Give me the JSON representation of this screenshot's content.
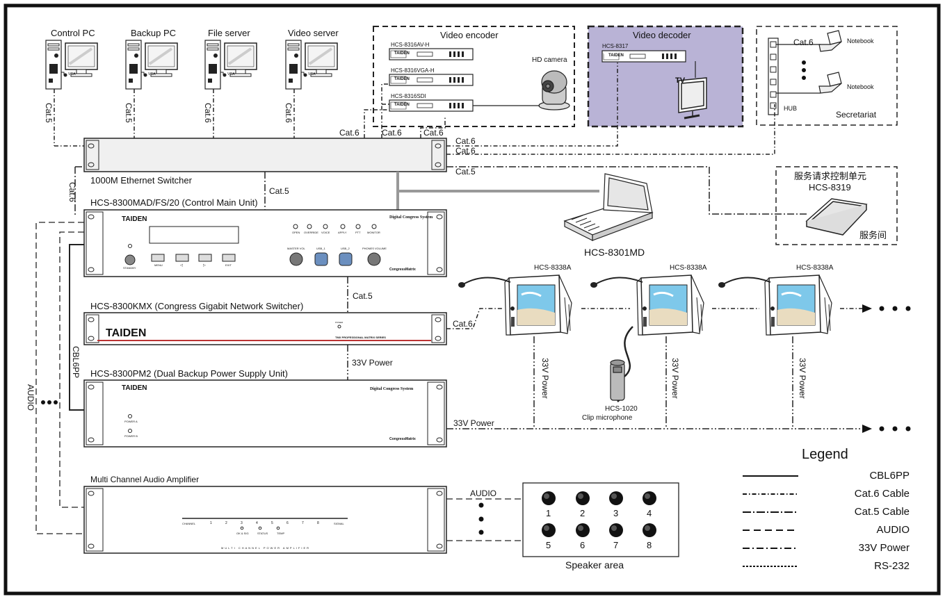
{
  "computers": [
    {
      "label": "Control PC",
      "cable": "Cat.5"
    },
    {
      "label": "Backup PC",
      "cable": "Cat.5"
    },
    {
      "label": "File server",
      "cable": "Cat.6"
    },
    {
      "label": "Video server",
      "cable": "Cat.6"
    }
  ],
  "vga_text": "VGA",
  "video_encoder": {
    "title": "Video encoder",
    "models": [
      "HCS-8316AV-H",
      "HCS-8316VGA-H",
      "HCS-8316SDI"
    ],
    "camera": "HD camera",
    "cables": [
      "Cat.6",
      "Cat.6",
      "Cat.6"
    ]
  },
  "video_decoder": {
    "title": "Video decoder",
    "model": "HCS-8317",
    "tv": "TV"
  },
  "secretariat": {
    "title": "Secretariat",
    "notebook": "Notebook",
    "hub": "HUB",
    "cable": "Cat.6"
  },
  "links": {
    "cat6_a": "Cat.6",
    "cat6_b": "Cat.6",
    "cat5_a": "Cat.5",
    "cat5_mid": "Cat.5",
    "cat6_left": "Cat.6",
    "cat5_kmx": "Cat.5",
    "cat6_kmx": "Cat.6",
    "power_pm2": "33V Power",
    "power_out": "33V Power",
    "audio_out": "AUDIO",
    "cbl6pp": "CBL6PP",
    "audio_vert": "AUDIO"
  },
  "service": {
    "title_cn": "服务请求控制单元",
    "model": "HCS-8319",
    "room": "服务间"
  },
  "devices": {
    "switcher": "1000M Ethernet Switcher",
    "main_unit": "HCS-8300MAD/FS/20 (Control Main Unit)",
    "kmx": "HCS-8300KMX (Congress Gigabit Network Switcher)",
    "pm2": "HCS-8300PM2 (Dual Backup  Power Supply Unit)",
    "amp": "Multi Channel Audio Amplifier",
    "console": "HCS-8301MD"
  },
  "panel": {
    "brand": "TAIDEN",
    "system": "Digital Congress System",
    "logo": "CongressMatrix",
    "matrix_series": "TMX PROFESSIONAL MATRIX SERIES",
    "amp_bottom": "MULTI CHANNEL POWER AMPLIFIER",
    "leds": [
      "OPEN",
      "OVERRIDE",
      "VOICE",
      "APPLY",
      "PTT",
      "MONITOR"
    ],
    "buttons": [
      "STANDBY",
      "MENU",
      "◁",
      "▷",
      "EXIT"
    ],
    "knobs": [
      "MASTER VOL",
      "USB_1",
      "USB_2",
      "PHONES VOLUME"
    ],
    "power_leds": [
      "POWER A",
      "POWER B"
    ],
    "kmx_led": "POWER",
    "amp_channels": [
      "CHANNEL",
      "1",
      "2",
      "3",
      "4",
      "5",
      "6",
      "7",
      "8",
      "SIGNAL"
    ],
    "amp_status": [
      "OK & SIG",
      "STATUS",
      "TEMP"
    ]
  },
  "units": {
    "model": "HCS-8338A",
    "power": "33V Power"
  },
  "mic": {
    "model": "HCS-1020",
    "name": "Clip microphone"
  },
  "speakers": {
    "labels": [
      "1",
      "2",
      "3",
      "4",
      "5",
      "6",
      "7",
      "8"
    ],
    "caption": "Speaker area"
  },
  "legend": {
    "title": "Legend",
    "items": [
      {
        "label": "CBL6PP",
        "style": "solid"
      },
      {
        "label": "Cat.6 Cable",
        "style": "dot-dash"
      },
      {
        "label": "Cat.5 Cable",
        "style": "dash-dot"
      },
      {
        "label": "AUDIO",
        "style": "dashed"
      },
      {
        "label": "33V Power",
        "style": "dash-dot-dot"
      },
      {
        "label": "RS-232",
        "style": "dotted"
      }
    ]
  }
}
